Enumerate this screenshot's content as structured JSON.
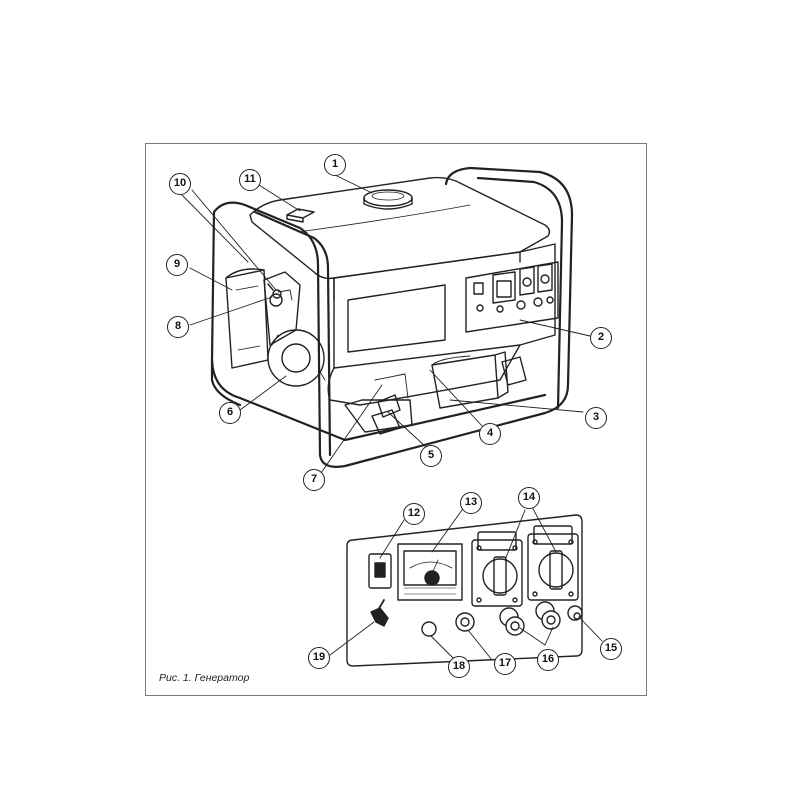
{
  "caption": "Рис. 1. Генератор",
  "callouts": [
    "1",
    "2",
    "3",
    "4",
    "5",
    "6",
    "7",
    "8",
    "9",
    "10",
    "11",
    "12",
    "13",
    "14",
    "15",
    "16",
    "17",
    "18",
    "19"
  ],
  "colors": {
    "line": "#222222",
    "frame": "#7a7a7a",
    "background": "#ffffff"
  }
}
